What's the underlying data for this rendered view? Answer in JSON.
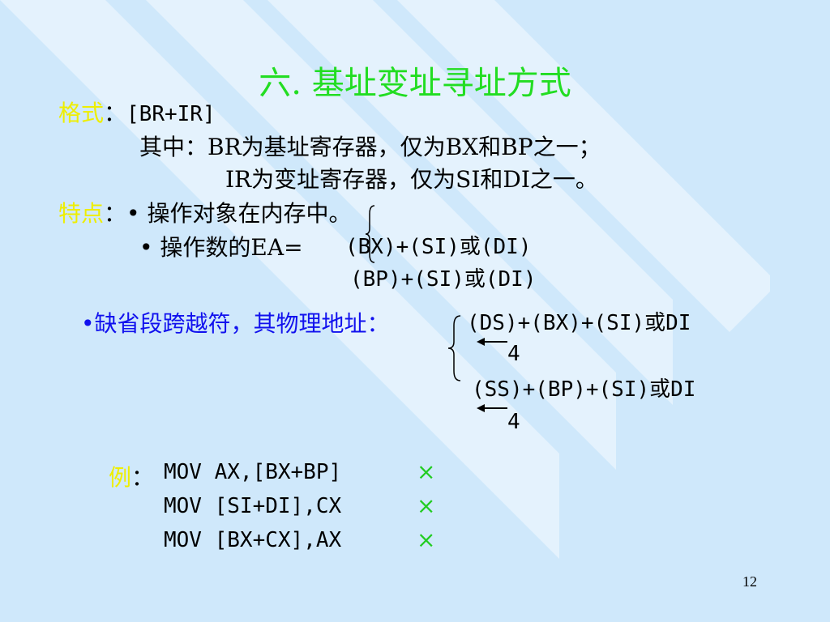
{
  "title": "六. 基址变址寻址方式",
  "format": {
    "label": "格式",
    "colon": "：",
    "expr": "[BR+IR]",
    "line1": "其中：BR为基址寄存器，仅为BX和BP之一；",
    "line2": "IR为变址寄存器，仅为SI和DI之一。"
  },
  "features": {
    "label": "特点",
    "colon": "：",
    "bullet1": "• 操作对象在内存中。",
    "bullet2": "• 操作数的EA=",
    "ea_line1": "(BX)+(SI)或(DI)",
    "ea_line2": "(BP)+(SI)或(DI)"
  },
  "default_seg": {
    "label": "•缺省段跨越符，其物理地址：",
    "line1": "(DS)+(BX)+(SI)或DI",
    "shift1": "4",
    "line2": "(SS)+(BP)+(SI)或DI",
    "shift2": "4"
  },
  "examples": {
    "label": "例",
    "colon": "：",
    "items": [
      {
        "code": "MOV AX,[BX+BP]",
        "mark": "×"
      },
      {
        "code": "MOV [SI+DI],CX",
        "mark": "×"
      },
      {
        "code": "MOV [BX+CX],AX",
        "mark": "×"
      }
    ]
  },
  "page_number": "12",
  "colors": {
    "background": "#cfe8fb",
    "stripe": "#e6f3fd",
    "title": "#22dd22",
    "label": "#eeee00",
    "highlight": "#1111ee",
    "cross": "#22cc22"
  }
}
